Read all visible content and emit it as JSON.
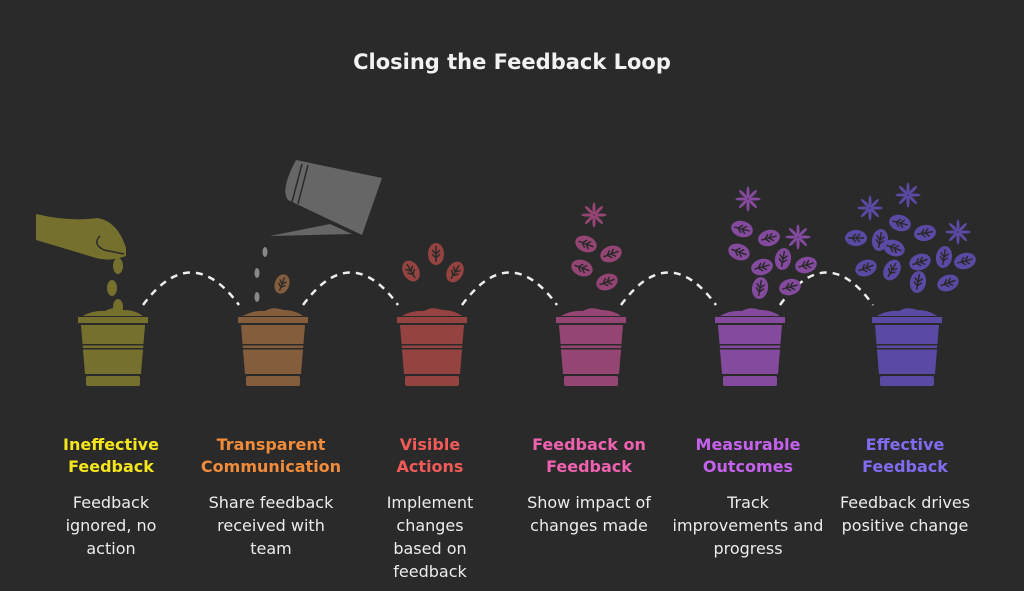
{
  "title": "Closing the Feedback Loop",
  "steps": [
    {
      "title": "Ineffective Feedback",
      "desc": "Feedback ignored, no action",
      "title_color": "#f5e51c",
      "pot_color": "#76702f",
      "icon": "hand-seeds-icon"
    },
    {
      "title": "Transparent Communication",
      "desc": "Share feedback received with team",
      "title_color": "#f28b3a",
      "pot_color": "#845e3c",
      "icon": "watering-can-icon"
    },
    {
      "title": "Visible Actions",
      "desc": "Implement changes based on feedback",
      "title_color": "#f25a58",
      "pot_color": "#954341",
      "icon": "sprout-icon"
    },
    {
      "title": "Feedback on Feedback",
      "desc": "Show impact of changes made",
      "title_color": "#f062b0",
      "pot_color": "#954573",
      "icon": "flower-icon"
    },
    {
      "title": "Measurable Outcomes",
      "desc": "Track improvements and progress",
      "title_color": "#c462ee",
      "pot_color": "#844a9e",
      "icon": "flowers-icon"
    },
    {
      "title": "Effective Feedback",
      "desc": "Feedback drives positive change",
      "title_color": "#7f6cf2",
      "pot_color": "#5b4aa4",
      "icon": "blooming-plant-icon"
    }
  ]
}
